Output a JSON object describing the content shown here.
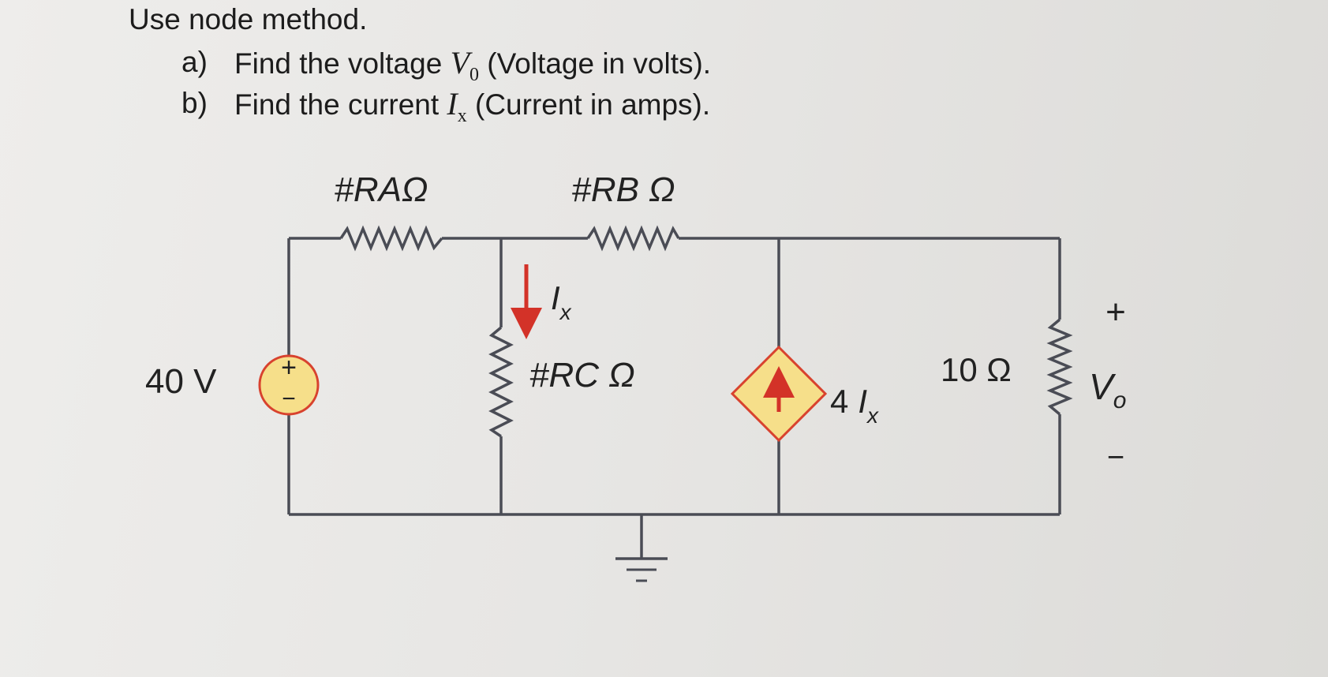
{
  "problem": {
    "intro": "Use node method.",
    "part_a": {
      "label": "a)",
      "text_before": "Find the voltage ",
      "var": "V",
      "sub": "0",
      "text_after": " (Voltage in volts)."
    },
    "part_b": {
      "label": "b)",
      "text_before": "Find the current ",
      "var": "I",
      "sub": "x",
      "text_after": " (Current in amps)."
    }
  },
  "circuit": {
    "ra_label": "#RAΩ",
    "rb_label": "#RB Ω",
    "rc_label": "#RC Ω",
    "source_voltage": "40 V",
    "source_plus": "+",
    "source_minus": "−",
    "ix_var": "I",
    "ix_sub": "x",
    "dep_coeff": "4",
    "dep_var": "I",
    "dep_sub": "x",
    "r10_label": "10 Ω",
    "vo_plus": "+",
    "vo_var": "V",
    "vo_sub": "o",
    "vo_minus": "−",
    "colors": {
      "wire": "#4a4c55",
      "arrow": "#d33228",
      "source_fill": "#f6df8a",
      "source_stroke": "#d8422e"
    }
  }
}
